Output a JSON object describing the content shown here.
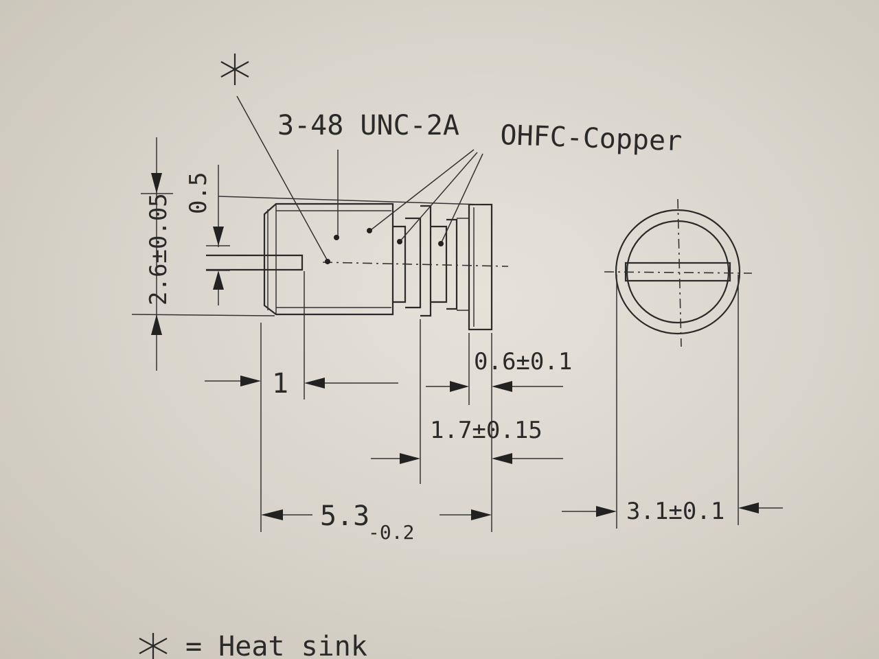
{
  "labels": {
    "star": "∗",
    "thread": "3-48 UNC-2A",
    "material": "OHFC-Copper",
    "dim_head": "0.5",
    "dim_height": "2.6±0.05",
    "dim_slot": "1",
    "dim_flange": "0.6±0.1",
    "dim_collar": "1.7±0.15",
    "dim_length_nominal": "5.3",
    "dim_length_tol": "-0.2",
    "dim_diameter": "3.1±0.1",
    "legend": "= Heat  sink"
  },
  "colors": {
    "paper": "#ddd8cf",
    "ink": "#2a2a2a"
  }
}
